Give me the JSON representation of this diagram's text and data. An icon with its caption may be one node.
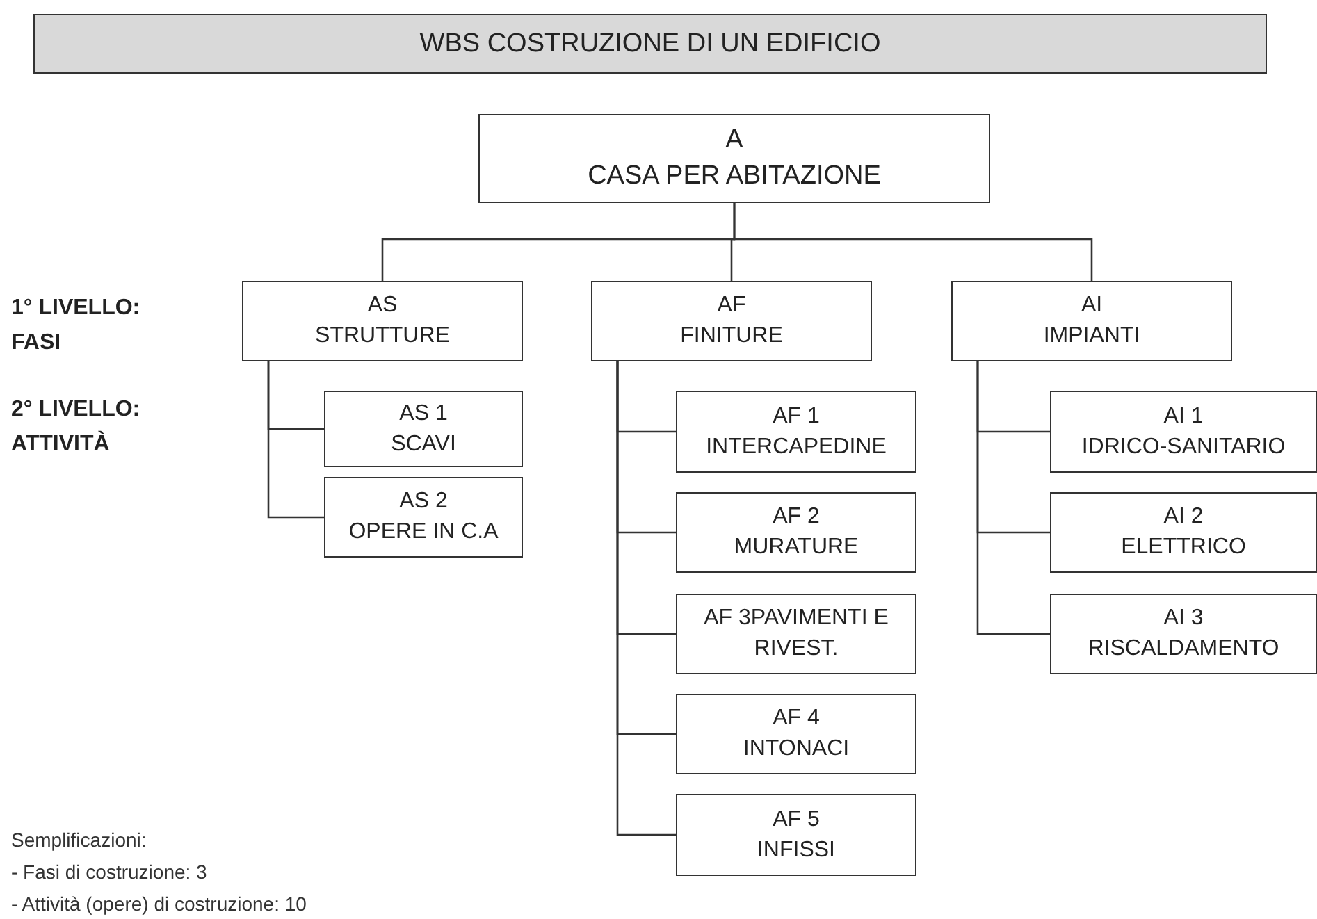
{
  "diagram": {
    "title": "WBS COSTRUZIONE DI UN EDIFICIO",
    "nodes": [
      {
        "text": [
          "A",
          "CASA PER ABITAZIONE"
        ]
      },
      {
        "text": [
          "AS",
          "STRUTTURE"
        ]
      },
      {
        "text": [
          "AS 1",
          "SCAVI"
        ]
      },
      {
        "text": [
          "AS 2",
          "OPERE IN C.A"
        ]
      },
      {
        "text": [
          "AF",
          "FINITURE"
        ]
      },
      {
        "text": [
          "AF 1",
          "INTERCAPEDINE"
        ]
      },
      {
        "text": [
          "AF 2",
          "MURATURE"
        ]
      },
      {
        "text": [
          "AF 3PAVIMENTI E RIVEST."
        ]
      },
      {
        "text": [
          "AF 4",
          "INTONACI"
        ]
      },
      {
        "text": [
          "AF 5",
          "INFISSI"
        ]
      },
      {
        "text": [
          "AI",
          "IMPIANTI"
        ]
      },
      {
        "text": [
          "AI 1",
          "IDRICO-SANITARIO"
        ]
      },
      {
        "text": [
          "AI 2",
          "ELETTRICO"
        ]
      },
      {
        "text": [
          "AI 3",
          "RISCALDAMENTO"
        ]
      }
    ],
    "edges": [
      {
        "from": 0,
        "to": 1,
        "arrow": "none"
      },
      {
        "from": 0,
        "to": 4,
        "arrow": "none"
      },
      {
        "from": 0,
        "to": 10,
        "arrow": "none"
      },
      {
        "from": 1,
        "to": 2,
        "arrow": "none"
      },
      {
        "from": 1,
        "to": 3,
        "arrow": "none"
      },
      {
        "from": 4,
        "to": 5,
        "arrow": "none"
      },
      {
        "from": 4,
        "to": 6,
        "arrow": "none"
      },
      {
        "from": 4,
        "to": 7,
        "arrow": "none"
      },
      {
        "from": 4,
        "to": 8,
        "arrow": "none"
      },
      {
        "from": 4,
        "to": 9,
        "arrow": "none"
      },
      {
        "from": 10,
        "to": 11,
        "arrow": "none"
      },
      {
        "from": 10,
        "to": 12,
        "arrow": "none"
      },
      {
        "from": 10,
        "to": 13,
        "arrow": "none"
      }
    ],
    "labels": [
      "1° LIVELLO: FASI",
      "2° LIVELLO: ATTIVITÀ",
      "Semplificazioni:",
      "- Fasi di costruzione: 3",
      "- Attività (opere) di costruzione: 10"
    ]
  }
}
